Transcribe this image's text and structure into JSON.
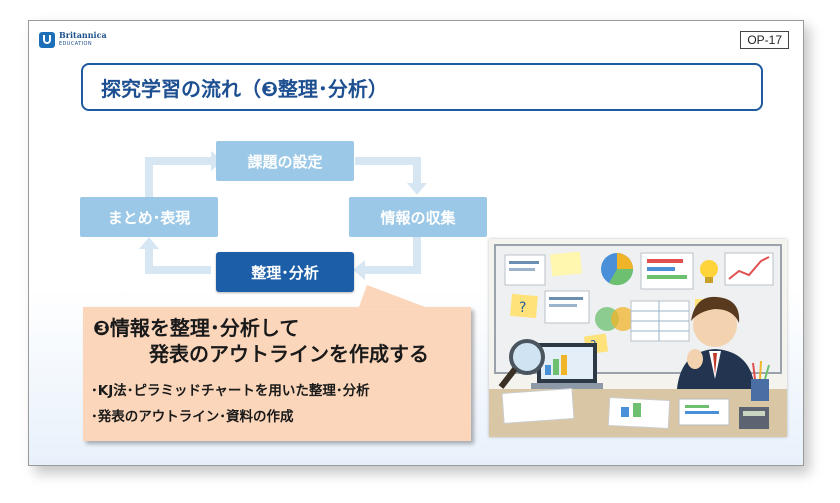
{
  "brand": {
    "name": "Britannica",
    "sub": "EDUCATION"
  },
  "slide_code": "OP-17",
  "title": "探究学習の流れ（❸整理･分析）",
  "cycle": {
    "top": "課題の設定",
    "right": "情報の収集",
    "bottom": "整理･分析",
    "left": "まとめ･表現"
  },
  "callout": {
    "heading_line1": "❸情報を整理･分析して",
    "heading_line2": "発表のアウトラインを作成する",
    "bullet1": "･KJ法･ピラミッドチャートを用いた整理･分析",
    "bullet2": "･発表のアウトライン･資料の作成"
  },
  "colors": {
    "accent": "#1d5a9e",
    "node_light": "#9bc8e6",
    "node_dark": "#1c5ea7",
    "callout": "#fbd6bb"
  }
}
